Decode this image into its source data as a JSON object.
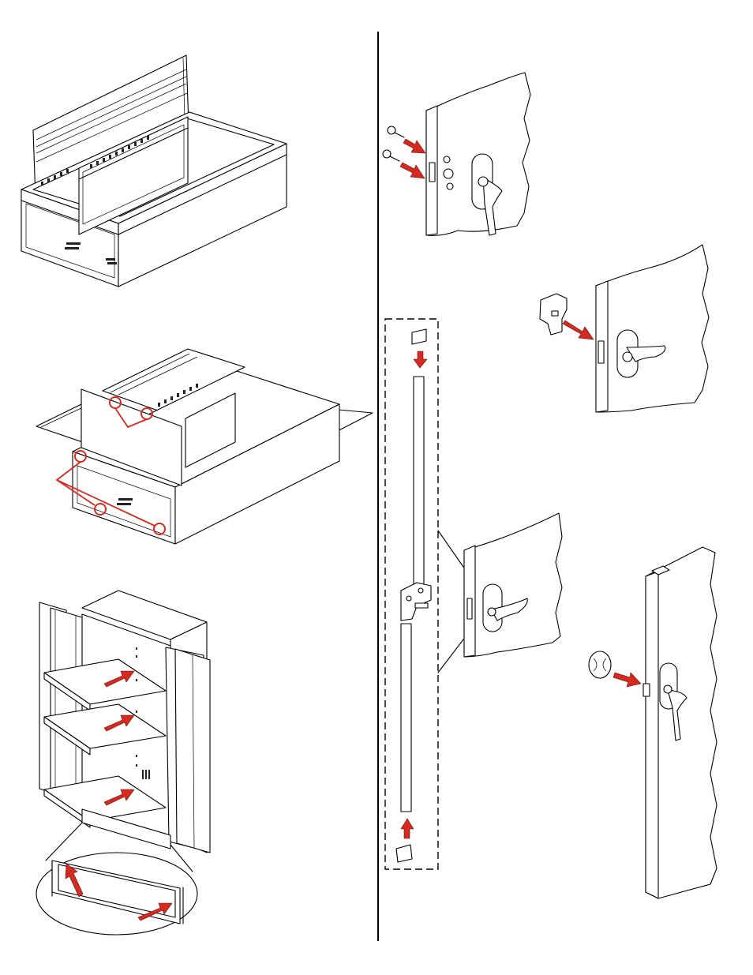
{
  "colors": {
    "arrow": "#d42a20",
    "line": "#000000",
    "background": "#ffffff"
  },
  "panels": [
    {
      "id": "cabinet-frame-base",
      "icon": "cabinet-frame-icon"
    },
    {
      "id": "cabinet-side-panels",
      "icon": "side-panel-icon"
    },
    {
      "id": "cabinet-shelves-doors",
      "icon": "shelf-icon"
    },
    {
      "id": "lock-handle-screws",
      "icon": "screw-icon"
    },
    {
      "id": "lock-plate",
      "icon": "lock-plate-icon"
    },
    {
      "id": "lock-rod-assembly",
      "icon": "lock-rod-icon"
    },
    {
      "id": "door-cap",
      "icon": "cap-icon"
    }
  ]
}
